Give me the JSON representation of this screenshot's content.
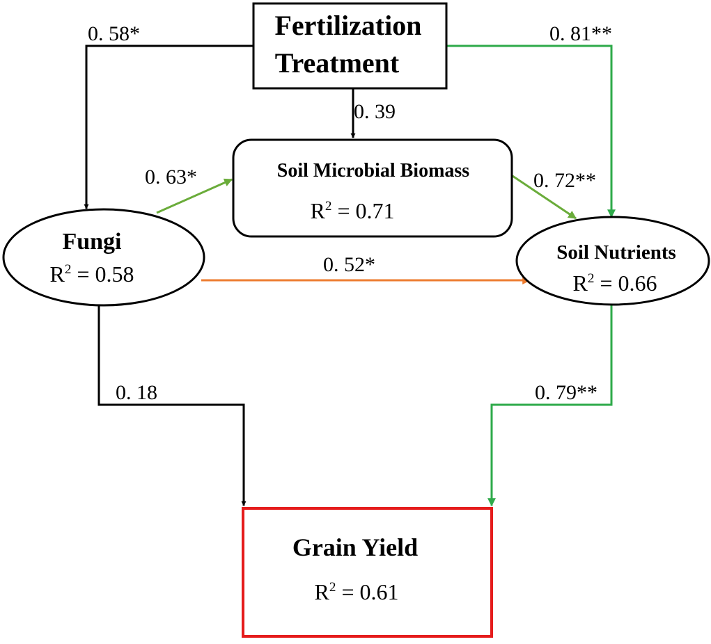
{
  "colors": {
    "black": "#000000",
    "green": "#2eaa4a",
    "olive_green": "#6aac3a",
    "orange": "#ed7d31",
    "red": "#e51c1c"
  },
  "nodes": {
    "fertilization": {
      "title_line1": "Fertilization",
      "title_line2": "Treatment"
    },
    "microbial": {
      "title": "Soil Microbial Biomass",
      "r2_prefix": "R",
      "r2_sup": "2",
      "r2_value": " = 0.71"
    },
    "fungi": {
      "title": "Fungi",
      "r2_prefix": "R",
      "r2_sup": "2",
      "r2_value": " = 0.58"
    },
    "nutrients": {
      "title": "Soil Nutrients",
      "r2_prefix": "R",
      "r2_sup": "2",
      "r2_value": " = 0.66"
    },
    "yield": {
      "title": "Grain Yield",
      "r2_prefix": "R",
      "r2_sup": "2",
      "r2_value": " = 0.61"
    }
  },
  "paths": {
    "fert_to_fungi": "0. 58*",
    "fert_to_microbial": "0. 39",
    "fert_to_nutrients": "0. 81**",
    "fungi_to_microbial": "0. 63*",
    "microbial_to_nutrients": "0. 72**",
    "fungi_to_nutrients": "0. 52*",
    "fungi_to_yield": "0. 18",
    "nutrients_to_yield": "0. 79**"
  }
}
